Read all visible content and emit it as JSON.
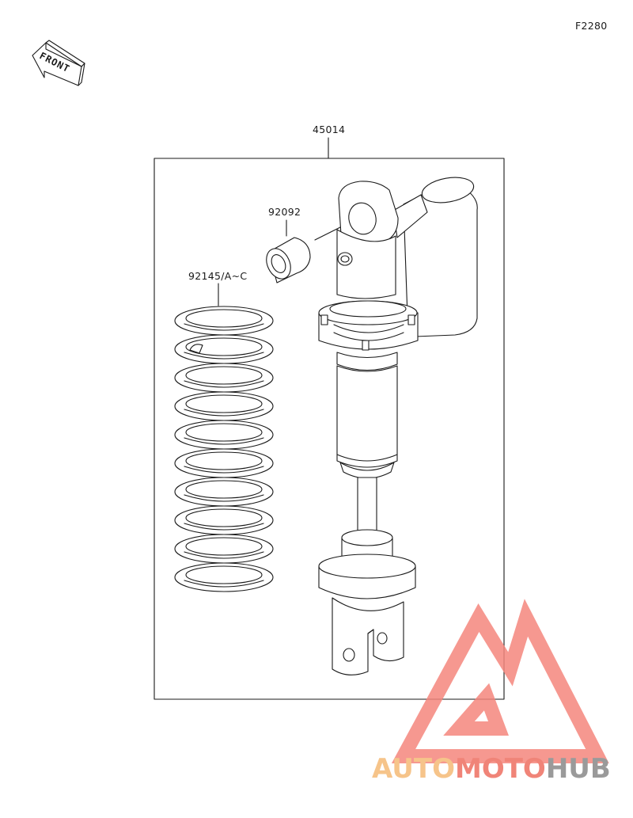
{
  "diagram": {
    "code": "F2280",
    "front_badge": "FRONT",
    "assembly_label": "45014",
    "parts": [
      {
        "id": "bushing",
        "label": "92092"
      },
      {
        "id": "spring",
        "label": "92145/A~C"
      }
    ]
  },
  "watermark": {
    "part1": "AUTO",
    "part2": "MOTO",
    "part3": "HUB",
    "colors": {
      "part1": "#f6c48a",
      "part2": "#f08478",
      "part3": "#9a9a9a",
      "triangle": "#f4867c"
    }
  }
}
